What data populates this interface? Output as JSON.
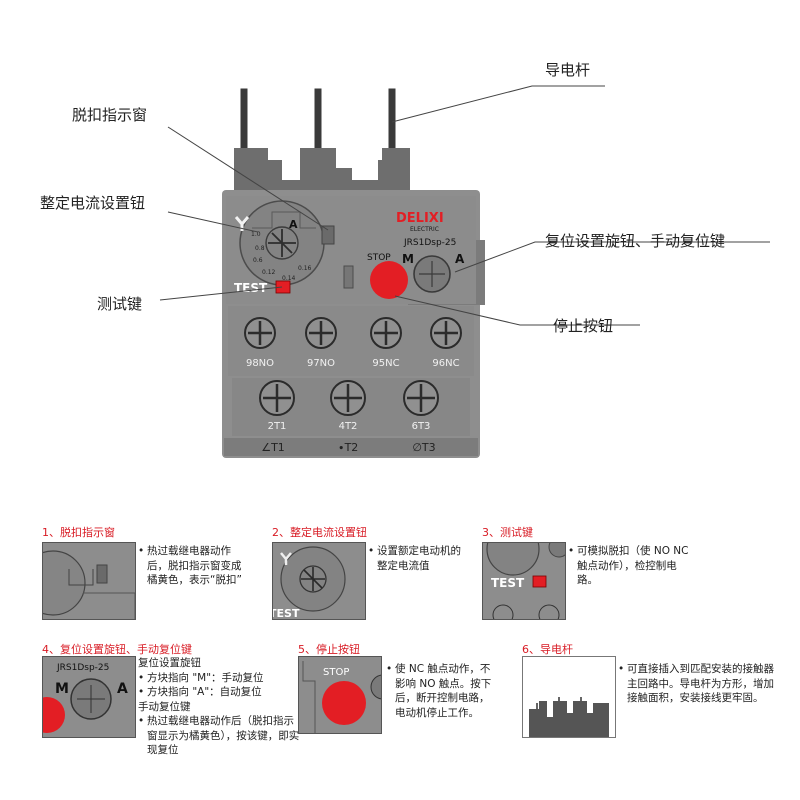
{
  "device": {
    "brand": "DELIXI",
    "brand_sub": "ELECTRIC",
    "model": "JRS1Dsp-25",
    "stop_label": "STOP",
    "mode_m": "M",
    "mode_a": "A",
    "test_label": "TEST",
    "dial_marks": [
      "1.0",
      "0.8",
      "0.6",
      "0.12",
      "0.14",
      "0.16"
    ],
    "dial_a": "A",
    "terminals_top": [
      "98NO",
      "97NO",
      "95NC",
      "96NC"
    ],
    "terminals_bottom": [
      "2T1",
      "4T2",
      "6T3"
    ],
    "base_labels": [
      "∠T1",
      "∙T2",
      "∅T3"
    ],
    "colors": {
      "body": "#8e8e8e",
      "dark": "#555555",
      "stop": "#e31e24",
      "test": "#e31e24",
      "brand": "#e31e24"
    }
  },
  "callouts": {
    "conductor_rod": "导电杆",
    "trip_window": "脱扣指示窗",
    "current_knob": "整定电流设置钮",
    "reset_knob": "复位设置旋钮、手动复位键",
    "test_key": "测试键",
    "stop_button": "停止按钮"
  },
  "sections": [
    {
      "title": "1、脱扣指示窗",
      "lines": [
        {
          "bullet": true,
          "text": "热过载继电器动作后，脱扣指示窗变成橘黄色，表示“脱扣”"
        }
      ]
    },
    {
      "title": "2、整定电流设置钮",
      "lines": [
        {
          "bullet": true,
          "text": "设置额定电动机的整定电流值"
        }
      ]
    },
    {
      "title": "3、测试键",
      "lines": [
        {
          "bullet": true,
          "text": "可模拟脱扣（使 NO NC 触点动作），检控制电路。"
        }
      ]
    },
    {
      "title": "4、复位设置旋钮、手动复位键",
      "lines": [
        {
          "bullet": false,
          "text": "复位设置旋钮"
        },
        {
          "bullet": true,
          "text": "方块指向 \"M\"：手动复位"
        },
        {
          "bullet": true,
          "text": "方块指向 \"A\"：自动复位"
        },
        {
          "bullet": false,
          "text": "手动复位键"
        },
        {
          "bullet": true,
          "text": "热过载继电器动作后（脱扣指示窗显示为橘黄色），按该键，即实现复位"
        }
      ]
    },
    {
      "title": "5、停止按钮",
      "lines": [
        {
          "bullet": true,
          "text": "使 NC 触点动作，不影响 NO 触点。按下后，断开控制电路，电动机停止工作。"
        }
      ]
    },
    {
      "title": "6、导电杆",
      "lines": [
        {
          "bullet": true,
          "text": "可直接插入到匹配安装的接触器主回路中。导电杆为方形，增加接触面积，安装接线更牢固。"
        }
      ]
    }
  ],
  "thumbs": {
    "t2_test_partial": "TEST",
    "t3_test": "TEST",
    "t4_model": "JRS1Dsp-25",
    "t4_m": "M",
    "t4_a": "A",
    "t5_stop": "STOP"
  }
}
